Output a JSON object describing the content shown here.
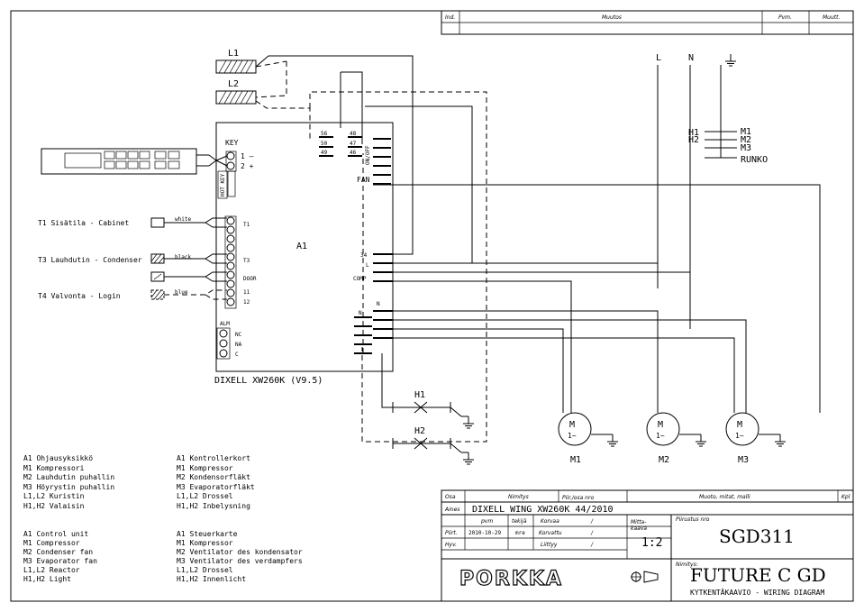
{
  "revision_block": {
    "col_ind": "Ind.",
    "col_muutos": "Muutos",
    "col_pvm": "Pvm.",
    "col_muutt": "Muutt."
  },
  "supply": {
    "l": "L",
    "n": "N"
  },
  "loads": {
    "h1": "H1",
    "h2": "H2",
    "m1": "M1",
    "m2": "M2",
    "m3": "M3",
    "frame": "RUNKO"
  },
  "keyboard": {
    "key": "KEY",
    "t1": "1 –",
    "t2": "2 +",
    "hot_key": "HOT KEY"
  },
  "relays": {
    "l1": "L1",
    "l2": "L2"
  },
  "controller": {
    "t56": "56",
    "t48": "48",
    "t50": "50",
    "t47": "47",
    "t49": "49",
    "t46": "46",
    "onoff": "ON/OFF",
    "fan": "FAN",
    "a1": "A1",
    "t34": "34",
    "tl": "L",
    "comp": "COMP",
    "tn": "N",
    "t1": "T1",
    "t3": "T3",
    "door": "DOOR",
    "t11": "11",
    "t12": "12",
    "alm": "ALM",
    "nc": "NC",
    "na": "NA",
    "c": "C",
    "model": "DIXELL XW260K (V9.5)"
  },
  "sensors": {
    "t1": "T1  Sisätila - Cabinet",
    "t1_wire": "white",
    "t3": "T3  Lauhdutin - Condenser",
    "t3_wire": "black",
    "t4": "T4  Valvonta - Login",
    "t4_wire": "blue"
  },
  "lights": {
    "h1": "H1",
    "h2": "H2"
  },
  "motors": {
    "m": "M",
    "phase": "1~",
    "m1": "M1",
    "m2": "M2",
    "m3": "M3"
  },
  "legend_fi": [
    "A1  Ohjausyksikkö",
    "M1  Kompressori",
    "M2  Lauhdutin puhallin",
    "M3  Höyrystin puhallin",
    "L1,L2  Kuristin",
    "H1,H2  Valaisin"
  ],
  "legend_se": [
    "A1  Kontrollerkort",
    "M1  Kompressor",
    "M2  Kondensorfläkt",
    "M3  Evaporatorfläkt",
    "L1,L2  Drossel",
    "H1,H2  Inbelysning"
  ],
  "legend_en": [
    "A1  Control unit",
    "M1  Compressor",
    "M2  Condenser fan",
    "M3  Evaporator fan",
    "L1,L2  Reactor",
    "H1,H2  Light"
  ],
  "legend_de": [
    "A1  Steuerkarte",
    "M1  Kompressor",
    "M2  Ventilator des kondensator",
    "M3  Ventilator des verdampfers",
    "L1,L2  Drossel",
    "H1,H2  Innenlicht"
  ],
  "title_block": {
    "osa": "Osa",
    "nimitys_col": "Nimitys",
    "piir_osa": "Piir./osa nro",
    "muoto": "Muoto, mitat, malli",
    "kpl": "Kpl",
    "aines_label": "Aines",
    "aines_value": "DIXELL WING XW260K 44/2010",
    "pvm": "pvm",
    "tekija": "tekijä",
    "korvaa": "Korvaa",
    "korvaa_val": "/",
    "piirt": "Piirt.",
    "date": "2010-10-29",
    "author": "mre",
    "korvattu": "Korvattu",
    "korvattu_val": "/",
    "hyv": "Hyv.",
    "liittyy": "Liittyy",
    "liittyy_val": "/",
    "mittakaava": "Mitta-\nkaava",
    "scale": "1:2",
    "piirustus_nro": "Piirustus nro",
    "drawing_no": "SGD311",
    "nimitys": "Nimitys:",
    "company": "PORKKA",
    "product": "FUTURE C GD",
    "subtitle": "KYTKENTÄKAAVIO - WIRING DIAGRAM"
  }
}
